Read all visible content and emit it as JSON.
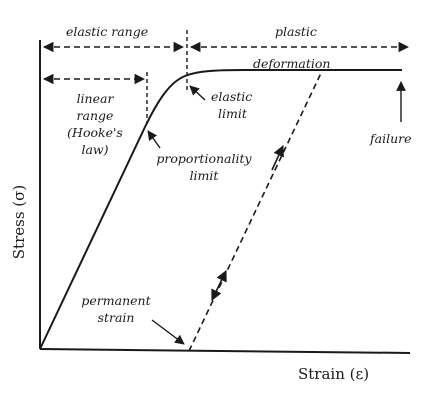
{
  "axes": {
    "x_label": "Strain (ε)",
    "y_label": "Stress (σ)"
  },
  "annotations": {
    "elastic_range": "elastic range",
    "plastic_line1": "plastic",
    "plastic_line2": "deformation",
    "linear_range": [
      "linear",
      "range",
      "(Hooke's",
      "law)"
    ],
    "elastic_limit": [
      "elastic",
      "limit"
    ],
    "proportionality_limit": [
      "proportionality",
      "limit"
    ],
    "failure": "failure",
    "permanent_strain": [
      "permanent",
      "strain"
    ]
  }
}
